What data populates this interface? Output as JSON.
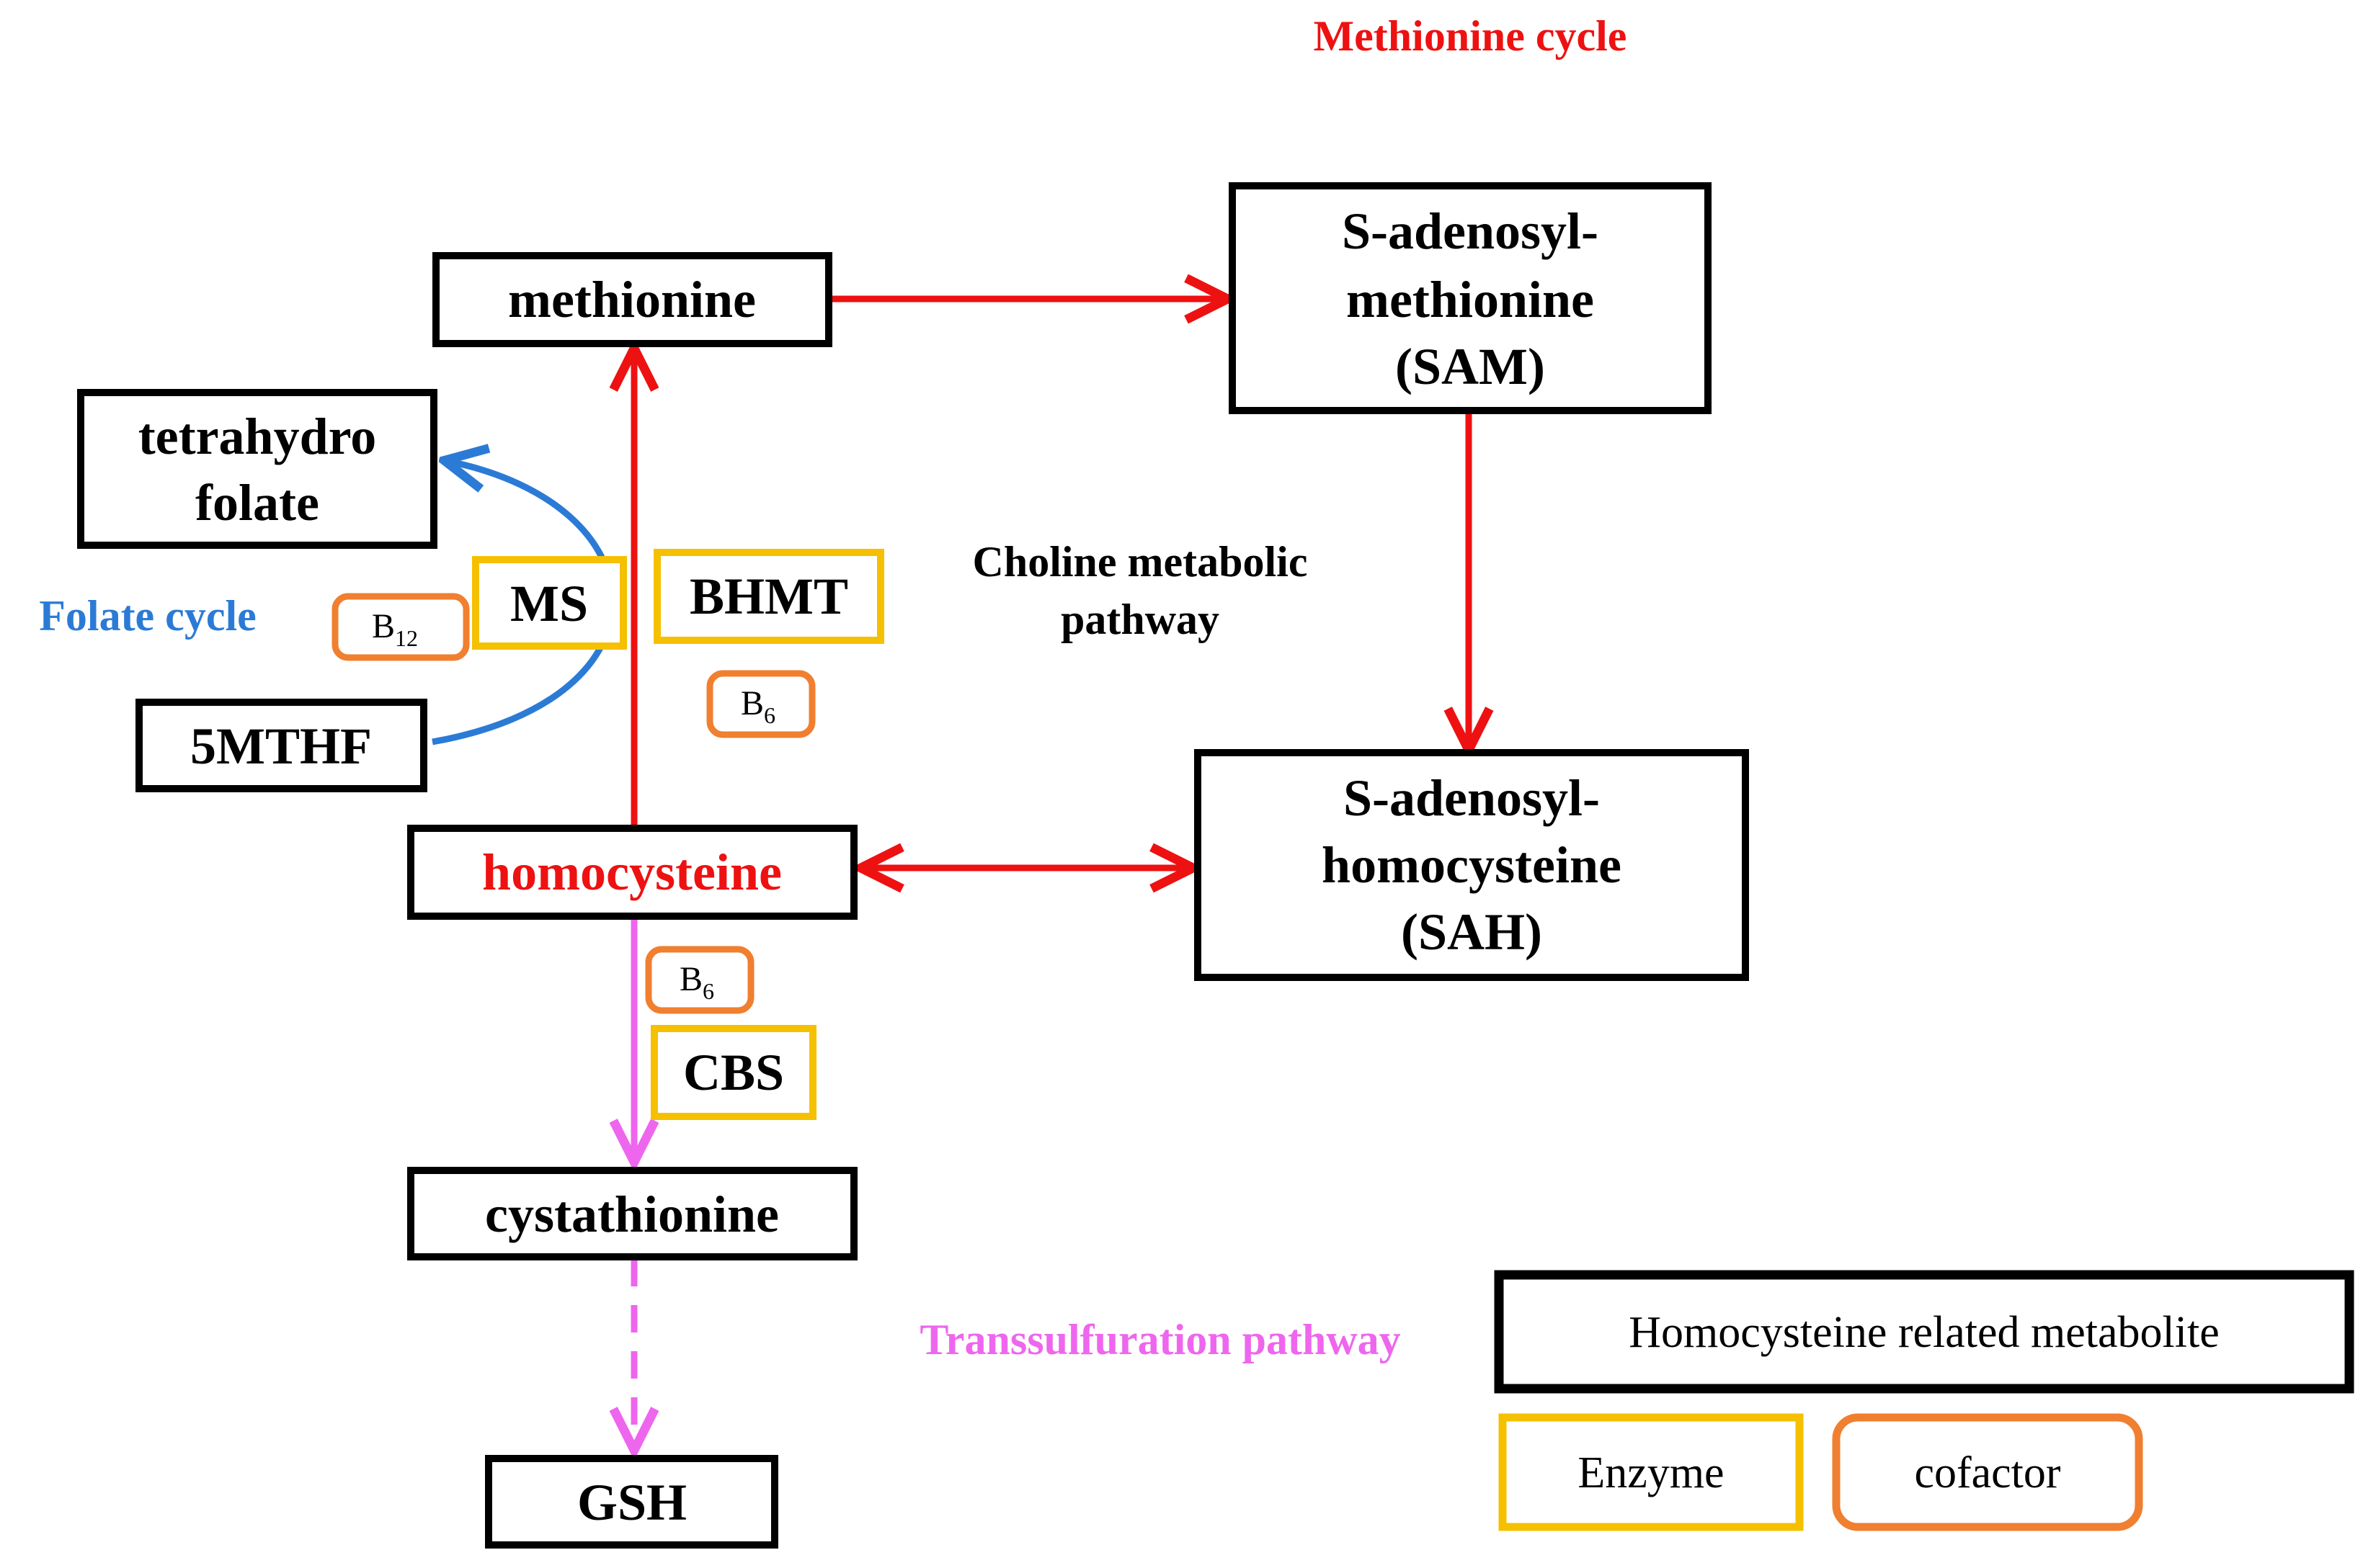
{
  "titles": {
    "methionine_cycle": "Methionine cycle",
    "folate_cycle": "Folate cycle",
    "choline_line1": "Choline metabolic",
    "choline_line2": "pathway",
    "transsulfuration": "Transsulfuration pathway"
  },
  "metabolites": {
    "methionine": "methionine",
    "sam_line1": "S-adenosyl-",
    "sam_line2": "methionine",
    "sam_line3": "(SAM)",
    "sah_line1": "S-adenosyl-",
    "sah_line2": "homocysteine",
    "sah_line3": "(SAH)",
    "thf_line1": "tetrahydro",
    "thf_line2": "folate",
    "mthf": "5MTHF",
    "homocysteine": "homocysteine",
    "cystathionine": "cystathionine",
    "gsh": "GSH"
  },
  "enzymes": {
    "ms": "MS",
    "bhmt": "BHMT",
    "cbs": "CBS"
  },
  "cofactors": {
    "b12_base": "B",
    "b12_sub": "12",
    "b6_bhmt_base": "B",
    "b6_bhmt_sub": "6",
    "b6_cbs_base": "B",
    "b6_cbs_sub": "6"
  },
  "legend": {
    "metabolite": "Homocysteine related metabolite",
    "enzyme": "Enzyme",
    "cofactor": "cofactor"
  },
  "colors": {
    "red": "#ee1111",
    "blue": "#2b7bd6",
    "pink": "#ee66ee",
    "yellow": "#f5c000",
    "orange": "#f07f30",
    "black": "#000000"
  }
}
